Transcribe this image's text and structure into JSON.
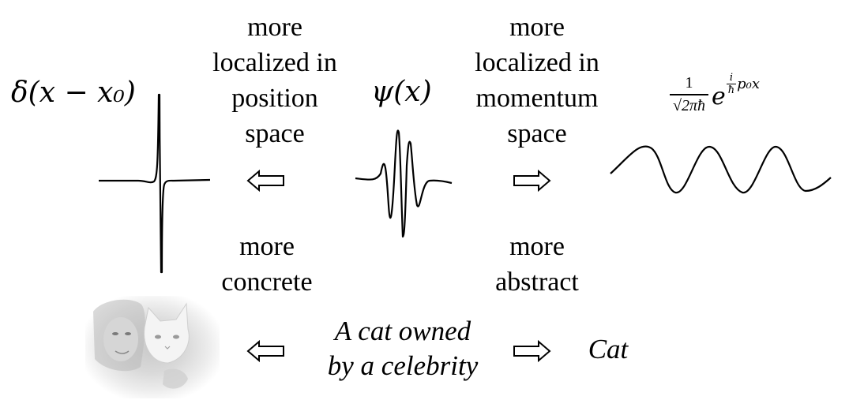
{
  "top_row": {
    "left_formula": "δ(x − x₀)",
    "center_formula": "ψ(x)",
    "right_formula": {
      "numerator": "1",
      "denominator_radical": "√",
      "denominator": "2πħ",
      "base": "e",
      "exponent_numerator": "i",
      "exponent_denominator": "ħ",
      "exponent_tail": "p₀x"
    },
    "left_description": [
      "more",
      "localized in",
      "position",
      "space"
    ],
    "right_description": [
      "more",
      "localized in",
      "momentum",
      "space"
    ],
    "left_arrow": "left-hollow-arrow",
    "right_arrow": "right-hollow-arrow"
  },
  "middle_row": {
    "left_description": [
      "more",
      "concrete"
    ],
    "right_description": [
      "more",
      "abstract"
    ]
  },
  "bottom_row": {
    "photo_description": "woman holding white cat (faded grayscale)",
    "center_text": [
      "A cat owned",
      "by a celebrity"
    ],
    "right_text": "Cat",
    "left_arrow": "left-hollow-arrow",
    "right_arrow": "right-hollow-arrow"
  },
  "colors": {
    "ink": "#000000",
    "background": "#ffffff"
  }
}
